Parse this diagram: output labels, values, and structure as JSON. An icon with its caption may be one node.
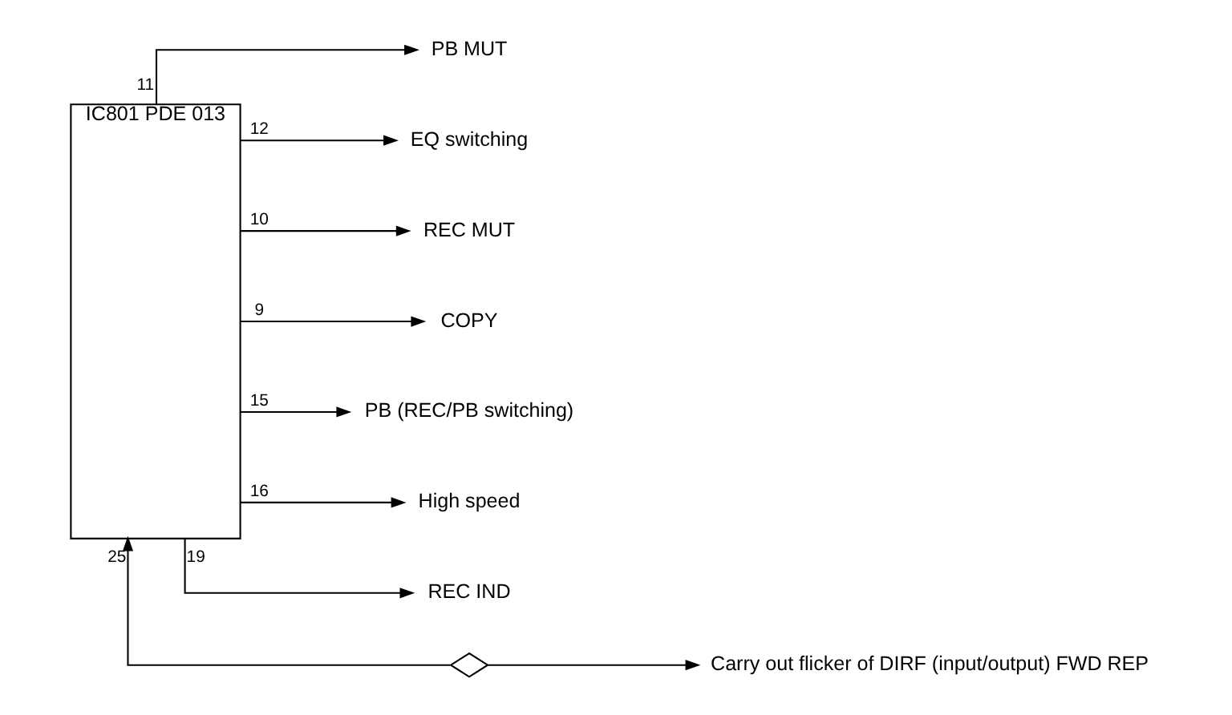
{
  "diagram": {
    "nodes": [
      {
        "text": [
          "IC801 PDE 013"
        ]
      },
      {
        "text": [
          "PB MUT"
        ]
      },
      {
        "text": [
          "EQ switching"
        ]
      },
      {
        "text": [
          "REC MUT"
        ]
      },
      {
        "text": [
          "COPY"
        ]
      },
      {
        "text": [
          "PB (REC/PB switching)"
        ]
      },
      {
        "text": [
          "High speed"
        ]
      },
      {
        "text": [
          "REC IND"
        ]
      },
      {
        "text": [],
        "shape": "diamond"
      },
      {
        "text": [
          "Carry out flicker of DIRF (input/output) FWD REP"
        ]
      }
    ],
    "edges": [
      {
        "from": 0,
        "to": 1,
        "arrow": "to",
        "label": "11"
      },
      {
        "from": 0,
        "to": 2,
        "arrow": "to",
        "label": "12"
      },
      {
        "from": 0,
        "to": 3,
        "arrow": "to",
        "label": "10"
      },
      {
        "from": 0,
        "to": 4,
        "arrow": "to",
        "label": "9"
      },
      {
        "from": 0,
        "to": 5,
        "arrow": "to",
        "label": "15"
      },
      {
        "from": 0,
        "to": 6,
        "arrow": "to",
        "label": "16"
      },
      {
        "from": 0,
        "to": 7,
        "arrow": "to",
        "label": "19"
      },
      {
        "from": 8,
        "to": 0,
        "arrow": "to",
        "label": "25"
      },
      {
        "from": 8,
        "to": 9,
        "arrow": "to"
      }
    ]
  }
}
